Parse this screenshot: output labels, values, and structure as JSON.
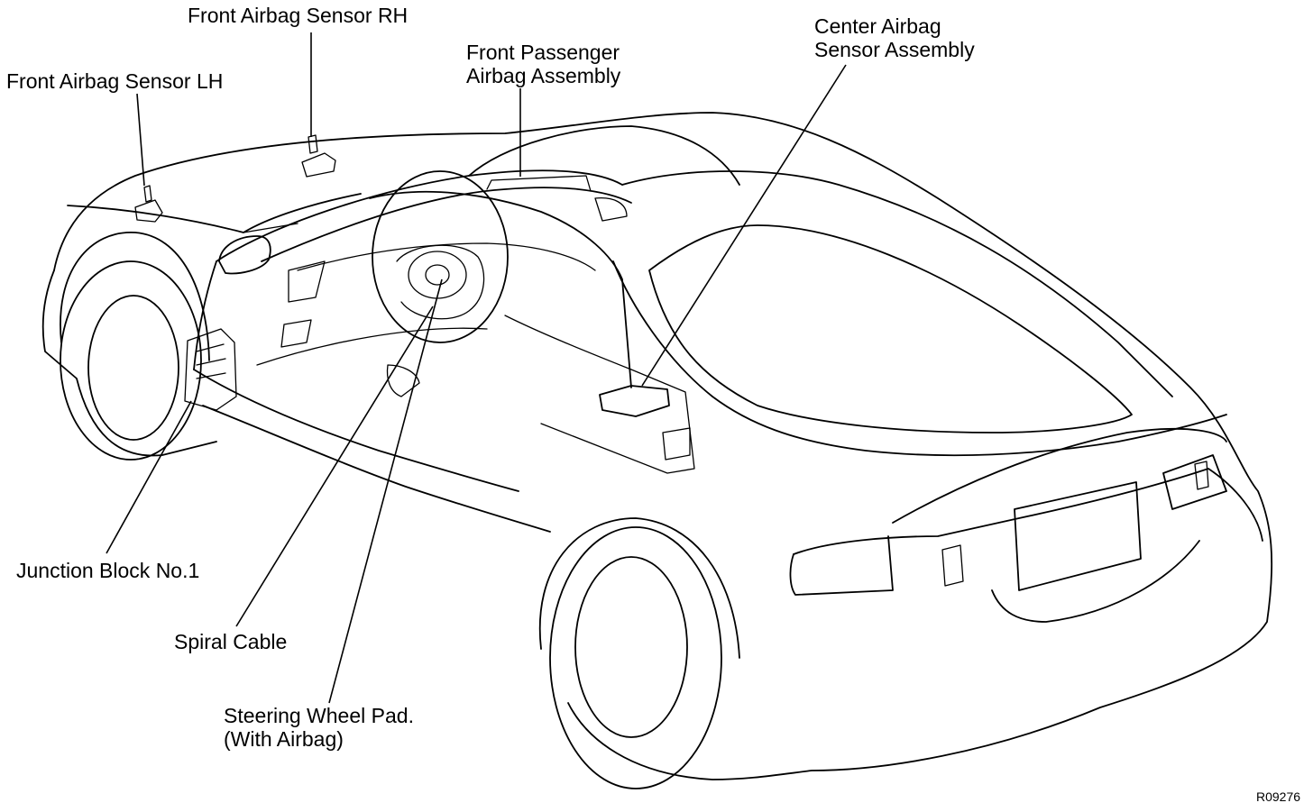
{
  "labels": {
    "front_sensor_rh": "Front Airbag Sensor RH",
    "front_sensor_lh": "Front Airbag Sensor LH",
    "passenger_line1": "Front Passenger",
    "passenger_line2": "Airbag Assembly",
    "center_line1": "Center Airbag",
    "center_line2": "Sensor Assembly",
    "junction_block": "Junction Block No.1",
    "spiral_cable": "Spiral Cable",
    "steering_line1": "Steering Wheel Pad.",
    "steering_line2": "(With Airbag)",
    "figure_code": "R09276"
  },
  "colors": {
    "line": "#000000",
    "background": "#ffffff"
  }
}
